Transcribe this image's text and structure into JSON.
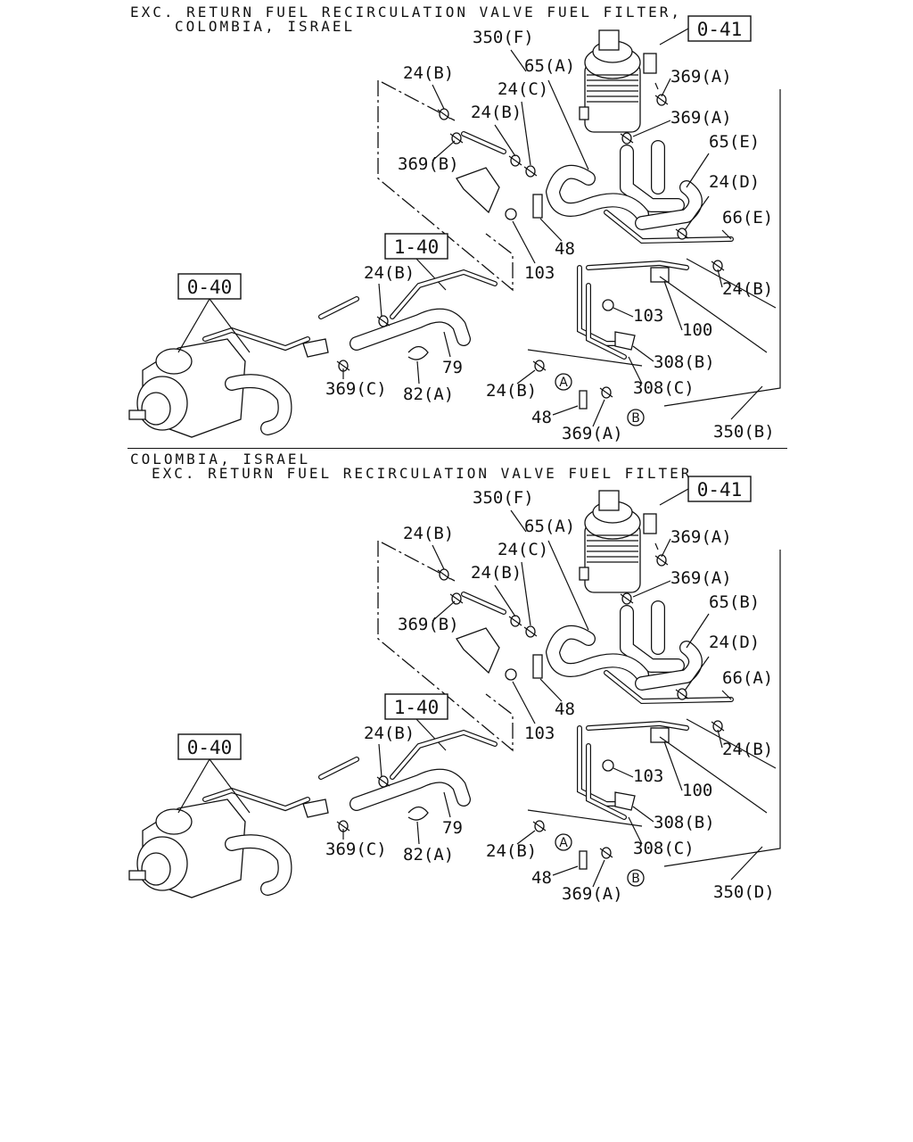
{
  "sections": [
    {
      "header_line1": "EXC. RETURN FUEL RECIRCULATION VALVE FUEL FILTER,",
      "header_line2": "COLOMBIA, ISRAEL",
      "ref_box_pump": "0-40",
      "ref_box_filter": "0-41",
      "ref_box_pipe": "1-40",
      "labels": {
        "p350f": "350(F)",
        "p65a": "65(A)",
        "p24b_1": "24(B)",
        "p24c": "24(C)",
        "p24b_2": "24(B)",
        "p369a_1": "369(A)",
        "p369a_2": "369(A)",
        "p65x": "65(E)",
        "p369b": "369(B)",
        "p24d": "24(D)",
        "p66x": "66(E)",
        "p48_1": "48",
        "p103_1": "103",
        "p24b_3": "24(B)",
        "p24b_4": "24(B)",
        "p103_2": "103",
        "p100": "100",
        "p79": "79",
        "p308b": "308(B)",
        "p369c": "369(C)",
        "p82a": "82(A)",
        "p308c": "308(C)",
        "p24b_5": "24(B)",
        "p48_2": "48",
        "p369a_3": "369(A)",
        "p350x": "350(B)",
        "circle_a": "A",
        "circle_b": "B"
      }
    },
    {
      "header_line1": "COLOMBIA, ISRAEL",
      "header_line2": "EXC. RETURN FUEL RECIRCULATION VALVE FUEL FILTER",
      "ref_box_pump": "0-40",
      "ref_box_filter": "0-41",
      "ref_box_pipe": "1-40",
      "labels": {
        "p350f": "350(F)",
        "p65a": "65(A)",
        "p24b_1": "24(B)",
        "p24c": "24(C)",
        "p24b_2": "24(B)",
        "p369a_1": "369(A)",
        "p369a_2": "369(A)",
        "p65x": "65(B)",
        "p369b": "369(B)",
        "p24d": "24(D)",
        "p66x": "66(A)",
        "p48_1": "48",
        "p103_1": "103",
        "p24b_3": "24(B)",
        "p24b_4": "24(B)",
        "p103_2": "103",
        "p100": "100",
        "p79": "79",
        "p308b": "308(B)",
        "p369c": "369(C)",
        "p82a": "82(A)",
        "p308c": "308(C)",
        "p24b_5": "24(B)",
        "p48_2": "48",
        "p369a_3": "369(A)",
        "p350x": "350(D)",
        "circle_a": "A",
        "circle_b": "B"
      }
    }
  ]
}
